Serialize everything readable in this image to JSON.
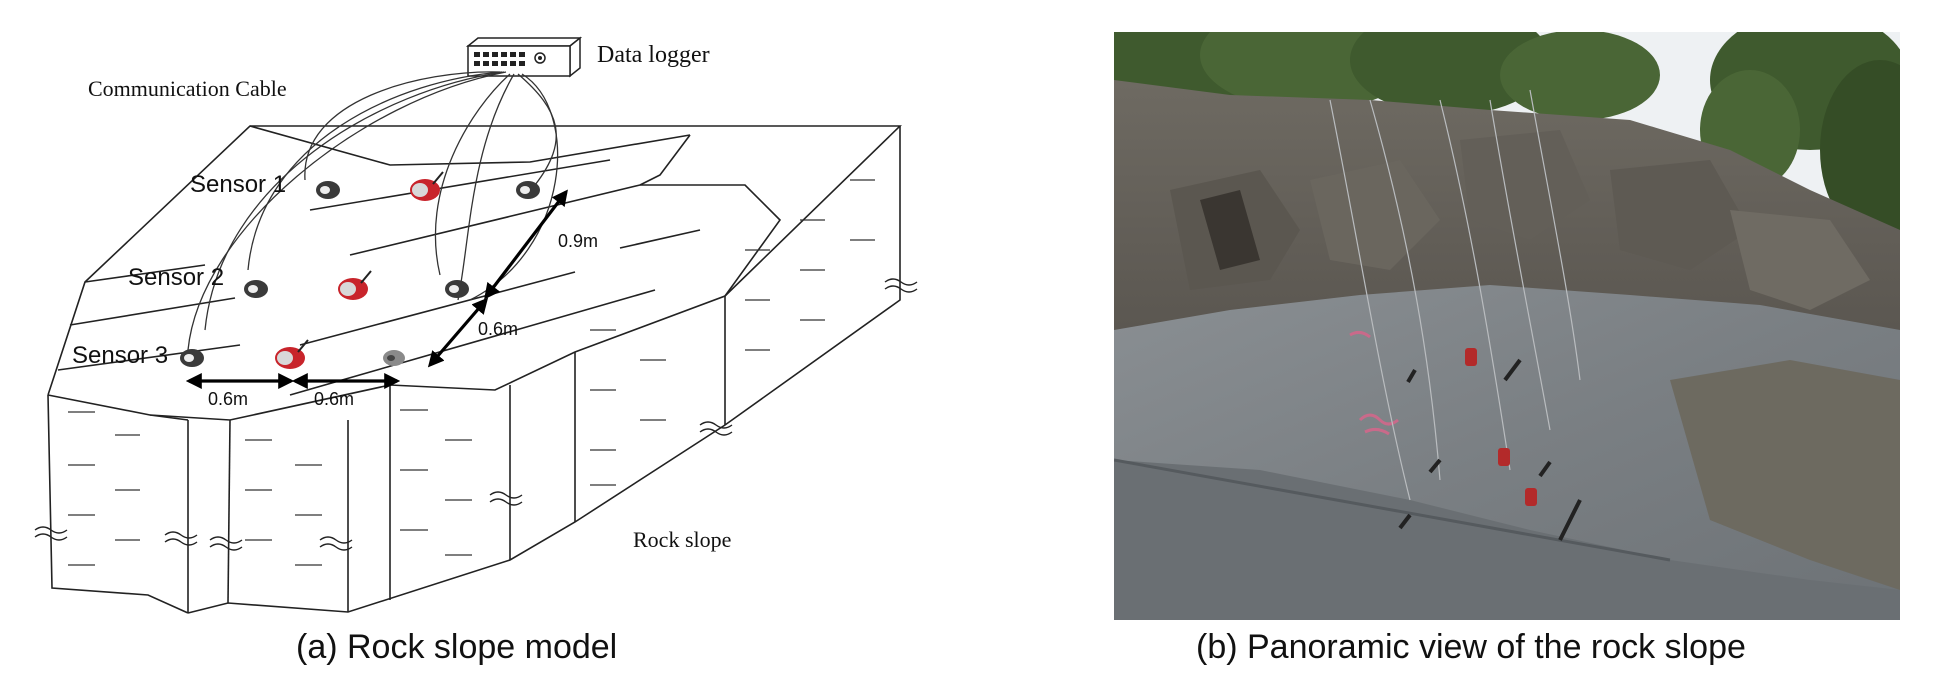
{
  "panel_a": {
    "data_logger_label": "Data logger",
    "cable_label": "Communication Cable",
    "sensor_labels": [
      "Sensor 1",
      "Sensor 2",
      "Sensor 3"
    ],
    "dim_labels": [
      "0.9m",
      "0.6m",
      "0.6m",
      "0.6m"
    ],
    "rock_slope_label": "Rock slope",
    "caption": "(a) Rock slope model"
  },
  "panel_b": {
    "caption": "(b) Panoramic view of the rock slope"
  },
  "colors": {
    "sensor_red": "#c8242b",
    "sensor_dark": "#3a3a3a",
    "rock_grey": "#7d8286",
    "foliage": "#3f5a2e",
    "sky": "#eef1f3"
  }
}
